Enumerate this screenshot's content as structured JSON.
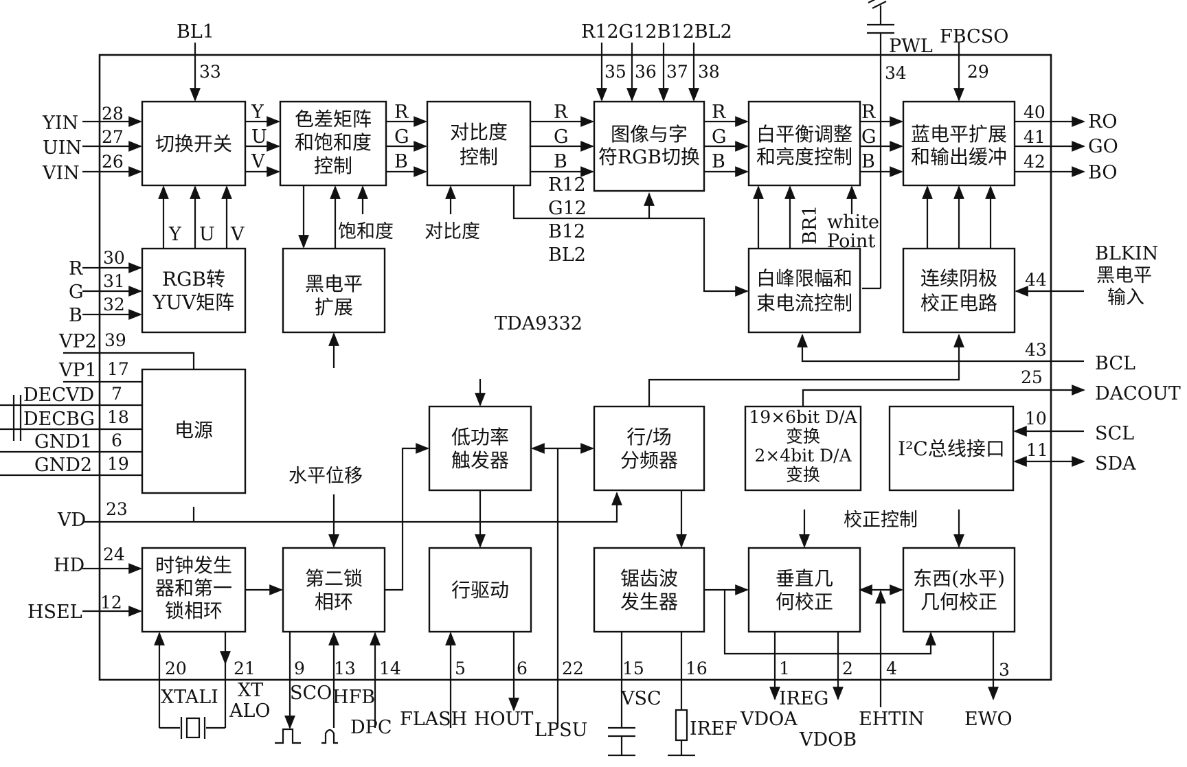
{
  "chip_name": "TDA9332",
  "blocks": {
    "switch": [
      "切换开关"
    ],
    "matrix": [
      "色差矩阵",
      "和饱和度",
      "控制"
    ],
    "contrast": [
      "对比度",
      "控制"
    ],
    "osd": [
      "图像与字",
      "符RGB切换"
    ],
    "white_balance": [
      "白平衡调整",
      "和亮度控制"
    ],
    "blue": [
      "蓝电平扩展",
      "和输出缓冲"
    ],
    "rgb2yuv": [
      "RGB转",
      "YUV矩阵"
    ],
    "black": [
      "黑电平",
      "扩展"
    ],
    "peak": [
      "白峰限幅和",
      "束电流控制"
    ],
    "cathode": [
      "连续阴极",
      "校正电路"
    ],
    "power": [
      "电源"
    ],
    "lowpower": [
      "低功率",
      "触发器"
    ],
    "divider": [
      "行/场",
      "分频器"
    ],
    "dac": [
      "19×6bit D/A",
      "变换",
      "2×4bit D/A",
      "变换"
    ],
    "i2c": [
      "I²C总线接口"
    ],
    "clock": [
      "时钟发生",
      "器和第一",
      "锁相环"
    ],
    "pll2": [
      "第二锁",
      "相环"
    ],
    "hdrive": [
      "行驱动"
    ],
    "sawtooth": [
      "锯齿波",
      "发生器"
    ],
    "vgeom": [
      "垂直几",
      "何校正"
    ],
    "ewgeom": [
      "东西(水平)",
      "几何校正"
    ]
  },
  "labels": {
    "bl1": "BL1",
    "r12g12b12bl2": "R12G12B12BL2",
    "pwl": "PWL",
    "fbcso": "FBCSO",
    "yin": "YIN",
    "uin": "UIN",
    "vin": "VIN",
    "r_in": "R",
    "g_in": "G",
    "b_in": "B",
    "vp2": "VP2",
    "vp1": "VP1",
    "decvd": "DECVD",
    "decbg": "DECBG",
    "gnd1": "GND1",
    "gnd2": "GND2",
    "vd": "VD",
    "hd": "HD",
    "hsel": "HSEL",
    "ro": "RO",
    "go": "GO",
    "bo": "BO",
    "blkin": "BLKIN",
    "black_input_1": "黑电平",
    "black_input_2": "输入",
    "bcl": "BCL",
    "dacout": "DACOUT",
    "scl": "SCL",
    "sda": "SDA",
    "y": "Y",
    "u": "U",
    "v": "V",
    "r": "R",
    "g": "G",
    "b": "B",
    "r12": "R12",
    "g12": "G12",
    "b12": "B12",
    "bl2": "BL2",
    "saturation": "饱和度",
    "contrast_ctrl": "对比度",
    "br1": "BR1",
    "white": "white",
    "point": "Point",
    "horizontal_shift": "水平位移",
    "correction_control": "校正控制",
    "xtali": "XTALI",
    "xt": "XT",
    "alo": "ALO",
    "sco": "SCO",
    "hfb": "HFB",
    "dpc": "DPC",
    "flash": "FLASH",
    "hout": "HOUT",
    "lpsu": "LPSU",
    "vsc": "VSC",
    "iref": "IREF",
    "ireg": "IREG",
    "vdoa": "VDOA",
    "vdob": "VDOB",
    "ehtin": "EHTIN",
    "ewo": "EWO"
  },
  "pins": {
    "p33": "33",
    "p35": "35",
    "p36": "36",
    "p37": "37",
    "p38": "38",
    "p34": "34",
    "p29": "29",
    "p28": "28",
    "p27": "27",
    "p26": "26",
    "p30": "30",
    "p31": "31",
    "p32": "32",
    "p39": "39",
    "p17": "17",
    "p7": "7",
    "p18": "18",
    "p6": "6",
    "p19": "19",
    "p23": "23",
    "p24": "24",
    "p12": "12",
    "p40": "40",
    "p41": "41",
    "p42": "42",
    "p44": "44",
    "p43": "43",
    "p25": "25",
    "p10": "10",
    "p11": "11",
    "p20": "20",
    "p21": "21",
    "p9": "9",
    "p13": "13",
    "p14": "14",
    "p5": "5",
    "p6b": "6",
    "p22": "22",
    "p15": "15",
    "p16": "16",
    "p1": "1",
    "p2": "2",
    "p4": "4",
    "p3": "3"
  }
}
